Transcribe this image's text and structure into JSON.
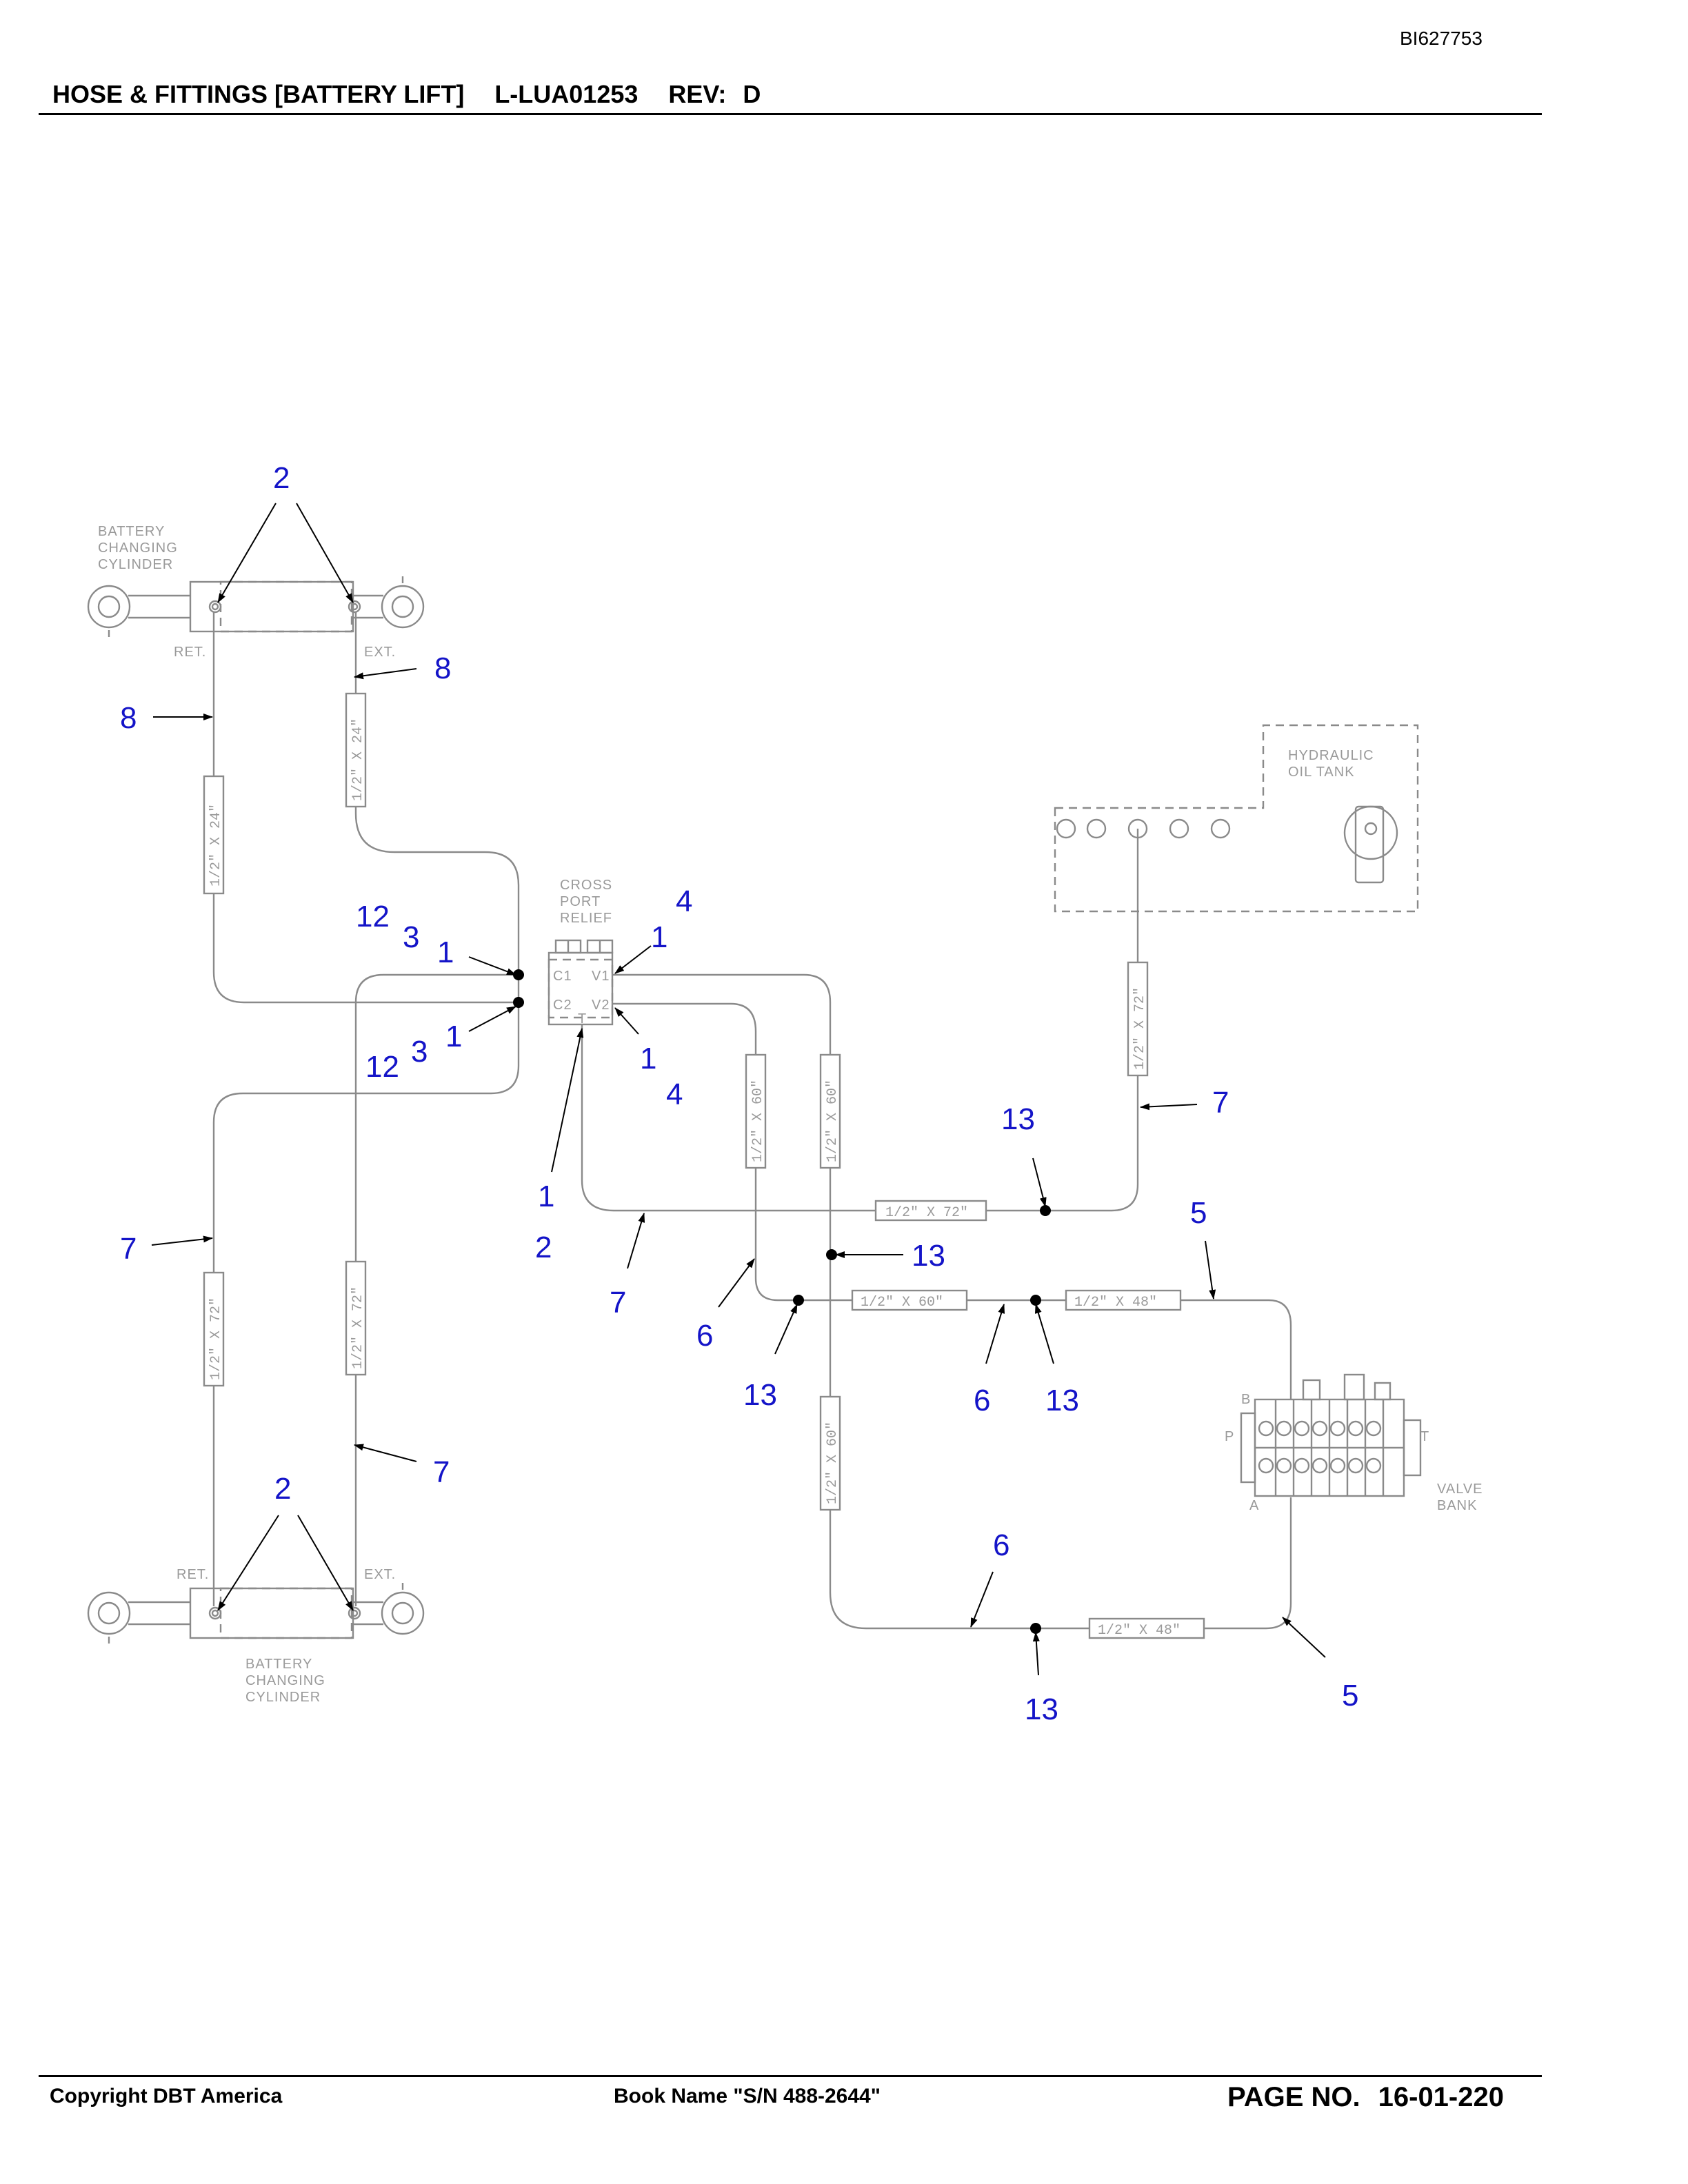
{
  "document": {
    "doc_id": "BI627753",
    "header": {
      "title": "HOSE & FITTINGS [BATTERY LIFT]",
      "part_no": "L-LUA01253",
      "rev_label": "REV:",
      "rev": "D"
    },
    "footer": {
      "copyright": "Copyright DBT America",
      "book_name": "Book Name \"S/N 488-2644\"",
      "page_label": "PAGE NO.",
      "page_no": "16-01-220"
    }
  },
  "labels": {
    "cyl_top_1": "BATTERY",
    "cyl_top_2": "CHANGING",
    "cyl_top_3": "CYLINDER",
    "cyl_bot_1": "BATTERY",
    "cyl_bot_2": "CHANGING",
    "cyl_bot_3": "CYLINDER",
    "ret_top": "RET.",
    "ext_top": "EXT.",
    "ret_bot": "RET.",
    "ext_bot": "EXT.",
    "cpr_1": "CROSS",
    "cpr_2": "PORT",
    "cpr_3": "RELIEF",
    "c1": "C1",
    "c2": "C2",
    "v1": "V1",
    "v2": "V2",
    "t": "T",
    "tank_1": "HYDRAULIC",
    "tank_2": "OIL TANK",
    "vb_1": "VALVE",
    "vb_2": "BANK",
    "vb_b": "B",
    "vb_p": "P",
    "vb_a": "A",
    "vb_t": "T"
  },
  "hoses": {
    "h24_left": "1/2\" X 24\"",
    "h24_right": "1/2\" X 24\"",
    "h72_left": "1/2\" X 72\"",
    "h72_mid": "1/2\" X 72\"",
    "h72_tank": "1/2\" X 72\"",
    "h72_horiz": "1/2\" X 72\"",
    "h60_a": "1/2\" X 60\"",
    "h60_b": "1/2\" X 60\"",
    "h60_horiz": "1/2\" X 60\"",
    "h60_low": "1/2\" X 60\"",
    "h48_upper": "1/2\" X 48\"",
    "h48_lower": "1/2\" X 48\""
  },
  "callouts": {
    "c_2_top": "2",
    "c_8_right": "8",
    "c_8_left": "8",
    "c_12_a": "12",
    "c_3_a": "3",
    "c_1_a": "1",
    "c_4_a": "4",
    "c_1_b": "1",
    "c_1_c": "1",
    "c_3_b": "3",
    "c_12_b": "12",
    "c_1_d": "1",
    "c_4_b": "4",
    "c_13_a": "13",
    "c_7_a": "7",
    "c_1_e": "1",
    "c_2_mid": "2",
    "c_5_a": "5",
    "c_13_b": "13",
    "c_7_b": "7",
    "c_7_c": "7",
    "c_6_a": "6",
    "c_13_c": "13",
    "c_6_b": "6",
    "c_13_d": "13",
    "c_2_bot": "2",
    "c_7_d": "7",
    "c_6_c": "6",
    "c_5_b": "5",
    "c_13_e": "13"
  }
}
